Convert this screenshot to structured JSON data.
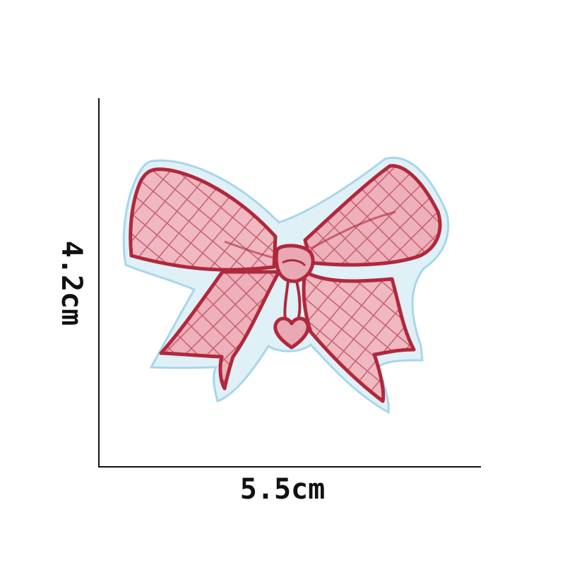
{
  "dimensions": {
    "width_label": "5.5cm",
    "height_label": "4.2cm"
  },
  "patch": {
    "icon": "embroidered-bow-patch",
    "colors": {
      "backing": "#dff0f7",
      "backing_edge": "#a9d6ea",
      "fill": "#e9a9b4",
      "fill_light": "#f3c4cb",
      "grid": "#c65f71",
      "outline": "#b0283c"
    }
  }
}
